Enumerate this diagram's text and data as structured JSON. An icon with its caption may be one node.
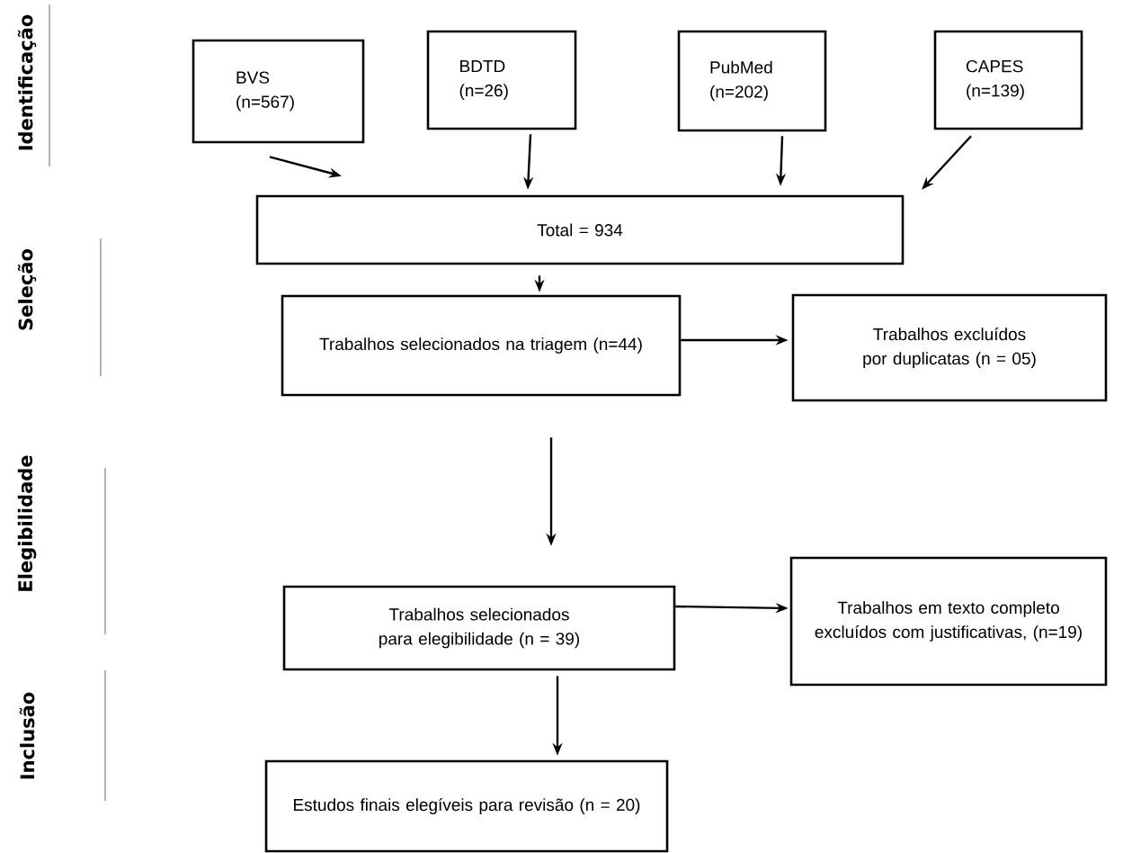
{
  "diagram": {
    "nodes": [
      {
        "text": [
          "BVS (n=567)"
        ]
      },
      {
        "text": [
          "BDTD (n=26)"
        ]
      },
      {
        "text": [
          "PubMed (n=202)"
        ]
      },
      {
        "text": [
          "CAPES (n=139)"
        ]
      },
      {
        "text": [
          "Total = 934"
        ]
      },
      {
        "text": [
          "Trabalhos selecionados na triagem (n=44)"
        ]
      },
      {
        "text": [
          "Trabalhos excluídos por duplicatas (n = 05)"
        ]
      },
      {
        "text": [
          "Trabalhos selecionados para elegibilidade (n = 39)"
        ]
      },
      {
        "text": [
          "Trabalhos em texto completo excluídos com justificativas, (n=19)"
        ]
      },
      {
        "text": [
          "Estudos finais elegíveis para revisão (n = 20)"
        ]
      }
    ],
    "edges": [
      {
        "from": 0,
        "to": 4,
        "arrow": "to"
      },
      {
        "from": 1,
        "to": 4,
        "arrow": "to"
      },
      {
        "from": 2,
        "to": 4,
        "arrow": "to"
      },
      {
        "from": 3,
        "to": 4,
        "arrow": "to"
      },
      {
        "from": 4,
        "to": 5,
        "arrow": "to"
      },
      {
        "from": 5,
        "to": 6,
        "arrow": "to"
      },
      {
        "from": 5,
        "to": 7,
        "arrow": "to"
      },
      {
        "from": 7,
        "to": 8,
        "arrow": "to"
      },
      {
        "from": 7,
        "to": 9,
        "arrow": "to"
      }
    ],
    "labels": [
      "Identificação",
      "Seleção",
      "Elegibilidade",
      "Inclusão"
    ]
  }
}
